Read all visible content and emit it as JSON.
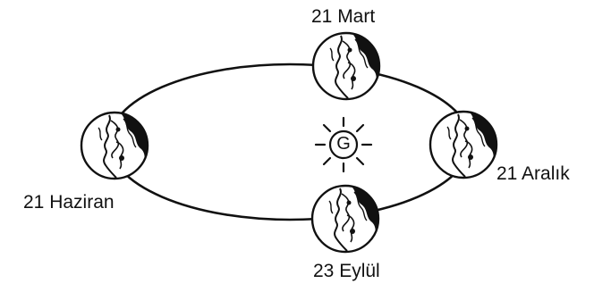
{
  "labels": {
    "mart": "21 Mart",
    "haziran": "21 Haziran",
    "aralik": "21 Aralık",
    "eylul": "23 Eylül"
  },
  "sun": {
    "letter": "G"
  },
  "colors": {
    "ink": "#111111",
    "background": "#ffffff",
    "earth_fill": "#ffffff"
  }
}
